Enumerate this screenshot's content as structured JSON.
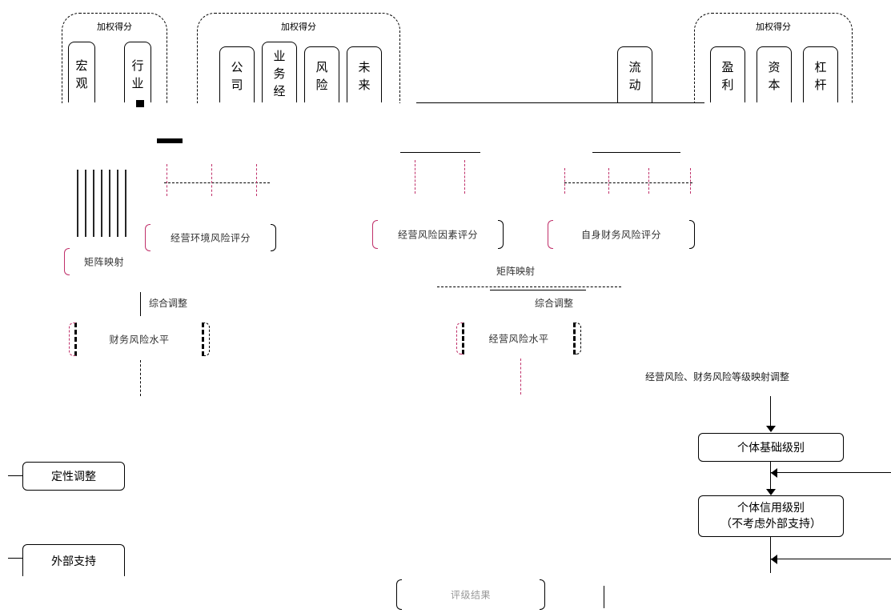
{
  "groups": {
    "left": {
      "label": "加权得分",
      "items": [
        "宏观",
        "行业"
      ],
      "item_chars": [
        [
          "宏",
          "观"
        ],
        [
          "行",
          "业"
        ]
      ]
    },
    "middle": {
      "label": "加权得分",
      "item_chars": [
        [
          "公",
          "司"
        ],
        [
          "业",
          "务",
          "经"
        ],
        [
          "风",
          "险"
        ],
        [
          "未",
          "来"
        ]
      ]
    },
    "liquidity": {
      "item_chars": [
        [
          "流",
          "动"
        ]
      ]
    },
    "right": {
      "label": "加权得分",
      "item_chars": [
        [
          "盈",
          "利"
        ],
        [
          "资",
          "本"
        ],
        [
          "杠",
          "杆"
        ]
      ]
    }
  },
  "brackets": {
    "operating_env": "经营环境风险评分",
    "business_risk": "经营风险因素评分",
    "self_factor": "自身财务风险评分",
    "matrix_left": "矩阵映射",
    "matrix_mid": "矩阵映射",
    "matrix_label_left": "综合调整",
    "matrix_label_mid": "综合调整",
    "fin_risk": "财务风险水平",
    "biz_risk": "经营风险水平",
    "bottom": "评级结果"
  },
  "right_label": "经营风险、财务风险等级映射调整",
  "boxes": {
    "base_level": "个体基础级别",
    "credit_level_line1": "个体信用级别",
    "credit_level_line2": "（不考虑外部支持）",
    "qualitative": "定性调整",
    "external": "外部支持"
  }
}
